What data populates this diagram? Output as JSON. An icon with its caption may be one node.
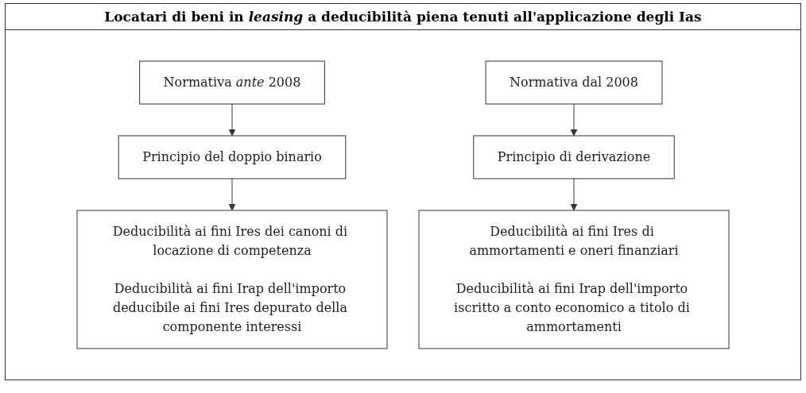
{
  "diagram": {
    "title": "Locatari di beni in *leasing* a deducibilità piena tenuti all'applicazione degli Ias",
    "nodes": [
      {
        "text": [
          "Normativa *ante* 2008"
        ]
      },
      {
        "text": [
          "Normativa dal 2008"
        ]
      },
      {
        "text": [
          "Principio del doppio binario"
        ]
      },
      {
        "text": [
          "Principio di derivazione"
        ]
      },
      {
        "text": [
          "Deducibilità ai fini Ires dei canoni di locazione di competenza",
          "Deducibilità ai fini Irap dell'importo deducibile ai fini Ires depurato della componente interessi"
        ]
      },
      {
        "text": [
          "Deducibilità ai fini Ires di ammortamenti e oneri finanziari",
          "Deducibilità ai fini Irap dell'importo iscritto a conto economico a titolo di ammortamenti"
        ]
      }
    ],
    "edges": [
      {
        "from": 0,
        "to": 2,
        "arrow": "to"
      },
      {
        "from": 2,
        "to": 4,
        "arrow": "to"
      },
      {
        "from": 1,
        "to": 3,
        "arrow": "to"
      },
      {
        "from": 3,
        "to": 5,
        "arrow": "to"
      }
    ]
  }
}
